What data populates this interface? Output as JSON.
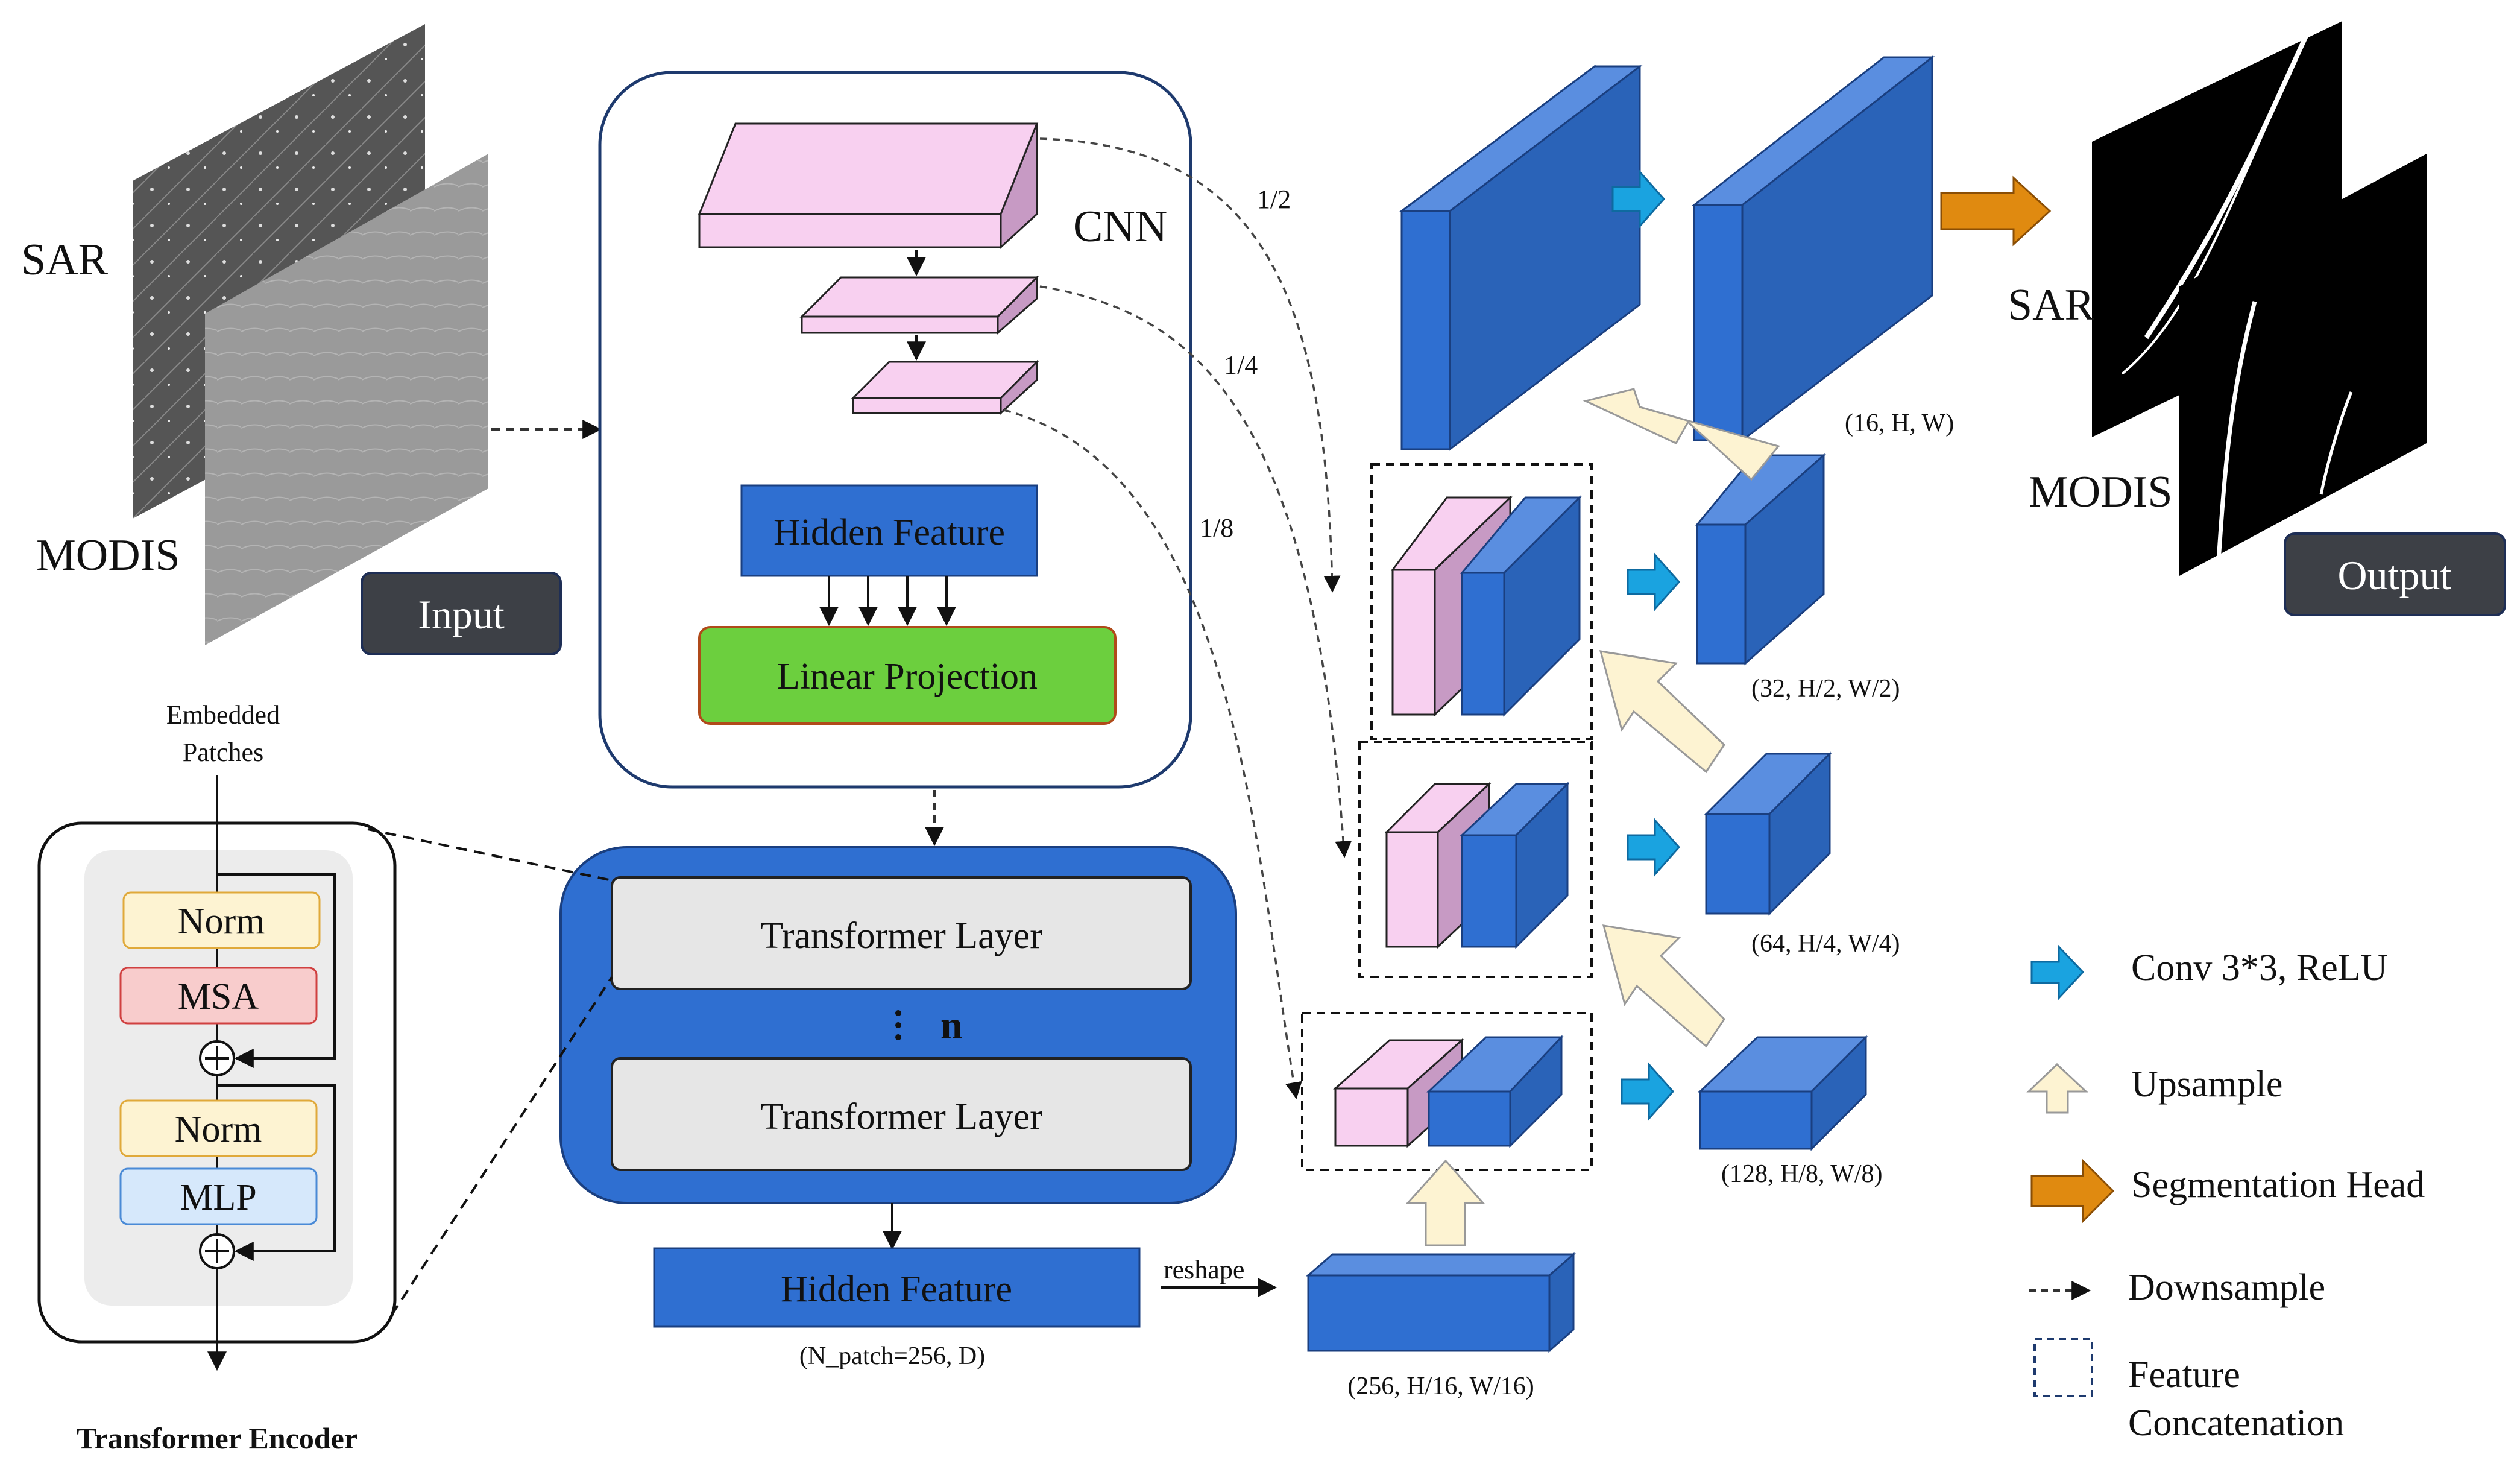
{
  "input": {
    "sar_label": "SAR",
    "modis_label": "MODIS",
    "button_label": "Input"
  },
  "cnn": {
    "title": "CNN",
    "hidden_feature": "Hidden Feature",
    "linear_projection": "Linear Projection",
    "scale_1": "1/2",
    "scale_2": "1/4",
    "scale_3": "1/8"
  },
  "transformer": {
    "layer_1": "Transformer Layer",
    "layer_2": "Transformer Layer",
    "repeat": "n",
    "hidden_feature": "Hidden Feature",
    "hidden_dims": "(N_patch=256, D)",
    "reshape": "reshape"
  },
  "encoder": {
    "embedded": "Embedded",
    "patches": "Patches",
    "norm_1": "Norm",
    "msa": "MSA",
    "norm_2": "Norm",
    "mlp": "MLP",
    "caption": "Transformer Encoder"
  },
  "decoder": {
    "dim_0": "(16, H, W)",
    "dim_1": "(32, H/2, W/2)",
    "dim_2": "(64, H/4, W/4)",
    "dim_3": "(128, H/8, W/8)",
    "dim_4": "(256, H/16, W/16)"
  },
  "output": {
    "sar_label": "SAR",
    "modis_label": "MODIS",
    "button_label": "Output"
  },
  "legend": {
    "conv": "Conv 3*3, ReLU",
    "upsample": "Upsample",
    "seg_head": "Segmentation Head",
    "downsample": "Downsample",
    "concat_1": "Feature",
    "concat_2": "Concatenation"
  },
  "colors": {
    "blue": "#2f6fd1",
    "pink": "#f8d0f0",
    "conv_arrow": "#1aa3e0",
    "upsample_fill": "#fdf3d2",
    "seg_arrow": "#e08a10",
    "linear_proj": "#6ccf3e",
    "button_bg": "#3d4046"
  }
}
